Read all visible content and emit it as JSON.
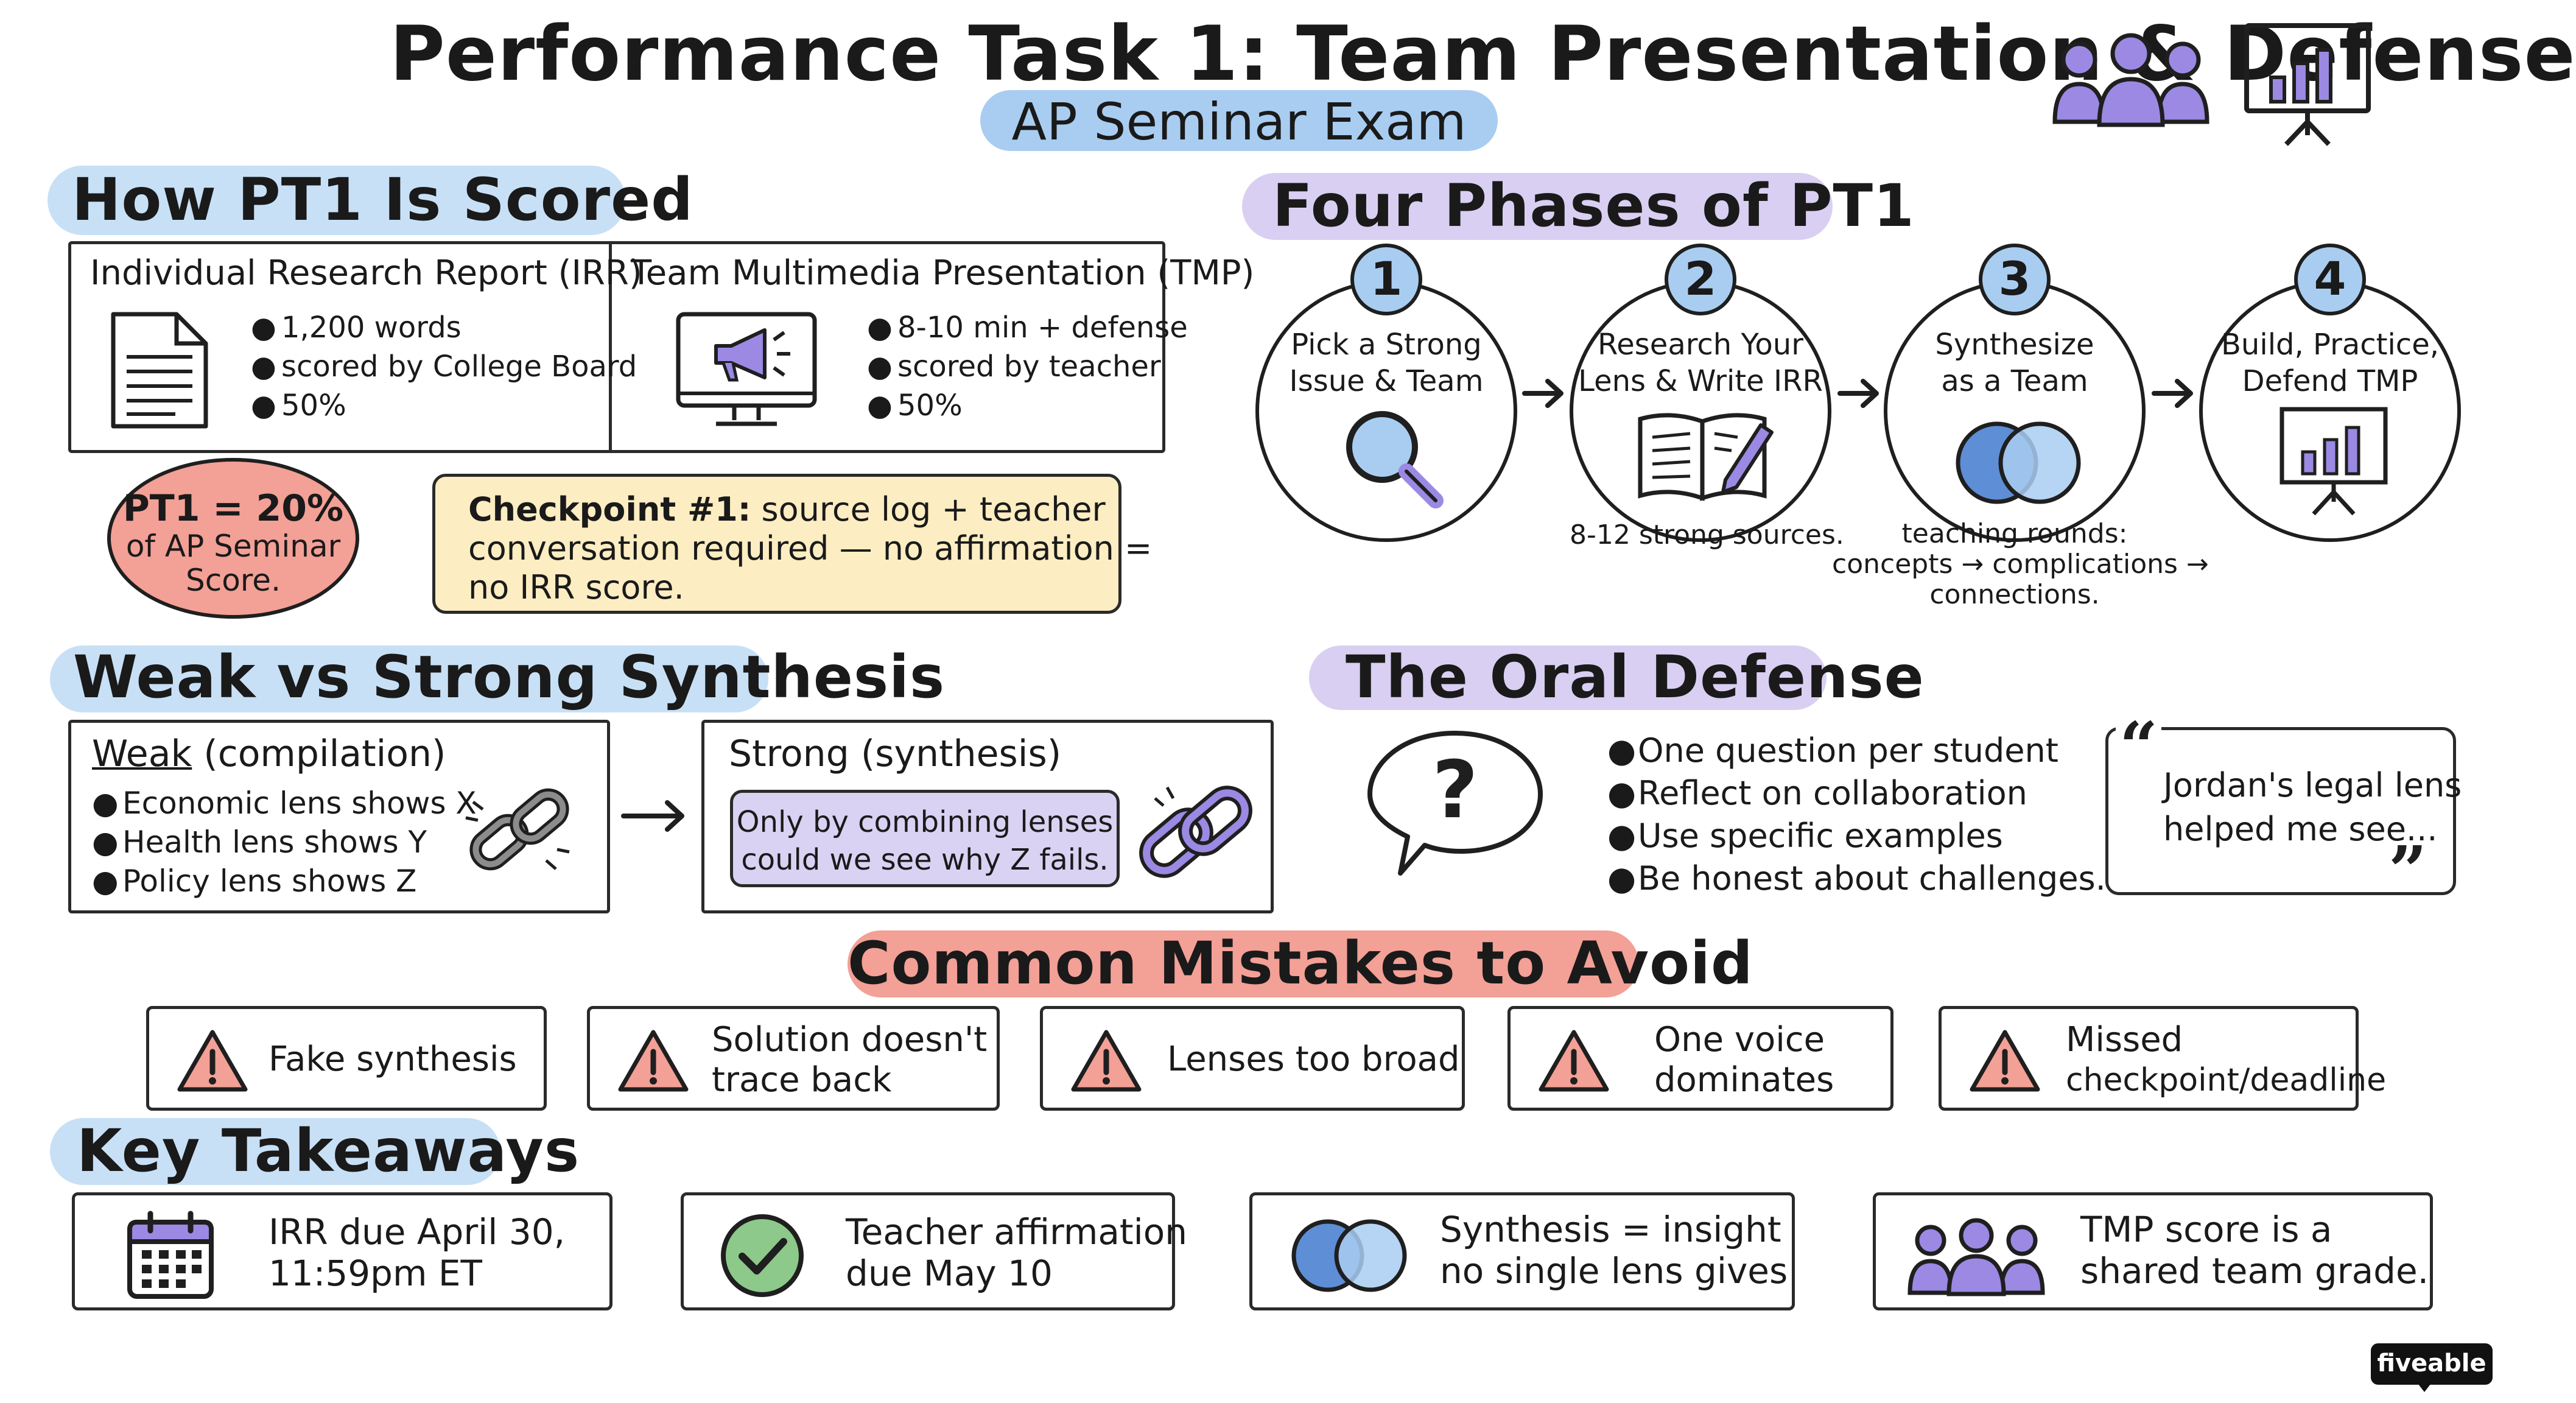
{
  "header": {
    "title": "Performance Task 1: Team Presentation & Defense",
    "subtitle": "AP Seminar Exam"
  },
  "scored": {
    "heading": "How PT1 Is Scored",
    "irr": {
      "title": "Individual Research Report (IRR)",
      "bullets": [
        "1,200 words",
        "scored by College Board",
        "50%"
      ]
    },
    "tmp": {
      "title": "Team Multimedia Presentation (TMP)",
      "bullets": [
        "8-10 min + defense",
        "scored by teacher",
        "50%"
      ]
    },
    "weight": {
      "line1": "PT1 = 20%",
      "line2": "of AP Seminar",
      "line3": "Score."
    },
    "checkpoint": {
      "label": "Checkpoint #1:",
      "line1_rest": " source log + teacher",
      "line2": "conversation required — no affirmation =",
      "line3": "no IRR score."
    }
  },
  "phases": {
    "heading": "Four Phases of PT1",
    "items": [
      {
        "num": "1",
        "line1": "Pick a Strong",
        "line2": "Issue & Team",
        "icon": "magnifier-icon",
        "note": []
      },
      {
        "num": "2",
        "line1": "Research Your",
        "line2": "Lens & Write IRR",
        "icon": "book-pencil-icon",
        "note": [
          "8-12 strong sources."
        ]
      },
      {
        "num": "3",
        "line1": "Synthesize",
        "line2": "as a Team",
        "icon": "venn-icon",
        "note": [
          "teaching rounds:",
          "concepts → complications →",
          "connections."
        ]
      },
      {
        "num": "4",
        "line1": "Build, Practice,",
        "line2": "Defend TMP",
        "icon": "presentation-icon",
        "note": []
      }
    ]
  },
  "synthesis": {
    "heading": "Weak vs Strong Synthesis",
    "weak": {
      "title_u": "Weak",
      "title_rest": " (compilation)",
      "bullets": [
        "Economic lens shows X",
        "Health lens shows Y",
        "Policy lens shows Z"
      ]
    },
    "strong": {
      "title": "Strong (synthesis)",
      "quote_line1": "Only by combining lenses",
      "quote_line2": "could we see why Z fails."
    }
  },
  "defense": {
    "heading": "The Oral Defense",
    "bullets": [
      "One question per student",
      "Reflect on collaboration",
      "Use specific examples",
      "Be honest about challenges."
    ],
    "quote_line1": "Jordan's legal lens",
    "quote_line2": "helped me see..."
  },
  "mistakes": {
    "heading": "Common Mistakes to Avoid",
    "items": [
      {
        "line1": "Fake synthesis",
        "line2": ""
      },
      {
        "line1": "Solution doesn't",
        "line2": "trace back"
      },
      {
        "line1": "Lenses too broad",
        "line2": ""
      },
      {
        "line1": "One voice",
        "line2": "dominates"
      },
      {
        "line1": "Missed",
        "line2": "checkpoint/deadline"
      }
    ]
  },
  "takeaways": {
    "heading": "Key Takeaways",
    "items": [
      {
        "line1": "IRR due April 30,",
        "line2": "11:59pm ET",
        "icon": "calendar-icon"
      },
      {
        "line1": "Teacher affirmation",
        "line2": "due May 10",
        "icon": "checkmark-icon"
      },
      {
        "line1": "Synthesis = insight",
        "line2": "no single lens gives",
        "icon": "venn-icon"
      },
      {
        "line1": "TMP score is a",
        "line2": "shared team grade.",
        "icon": "team-icon"
      }
    ]
  },
  "brand": "fiveable",
  "colors": {
    "blue_highlight": "#a9cdf1",
    "purple_highlight": "#d9cff2",
    "salmon": "#f3a096",
    "cream": "#fcedc2",
    "lavender": "#d9d2f3",
    "purple_icon": "#9b89e3",
    "green_check": "#8cc98a",
    "blue_icon": "#5e8ed6"
  }
}
